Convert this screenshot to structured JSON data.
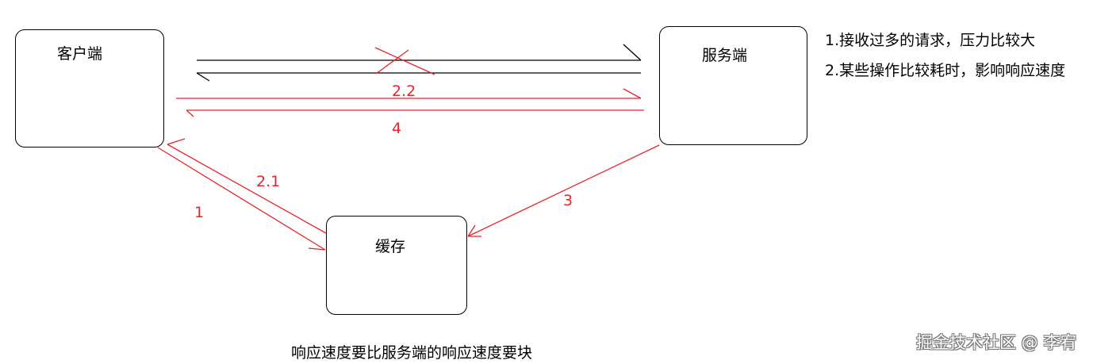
{
  "boxes": {
    "client": "客户端",
    "server": "服务端",
    "cache": "缓存"
  },
  "step_labels": {
    "step_2_2": "2.2",
    "step_4": "4",
    "step_2_1": "2.1",
    "step_1": "1",
    "step_3": "3"
  },
  "notes": {
    "line_1": "1.接收过多的请求，压力比较大",
    "line_2": "2.某些操作比较耗时，影响响应速度"
  },
  "caption": "响应速度要比服务端的响应速度要块",
  "watermark": "掘金技术社区 @ 李宥",
  "colors": {
    "red": "#e8242c",
    "black": "#000000"
  }
}
